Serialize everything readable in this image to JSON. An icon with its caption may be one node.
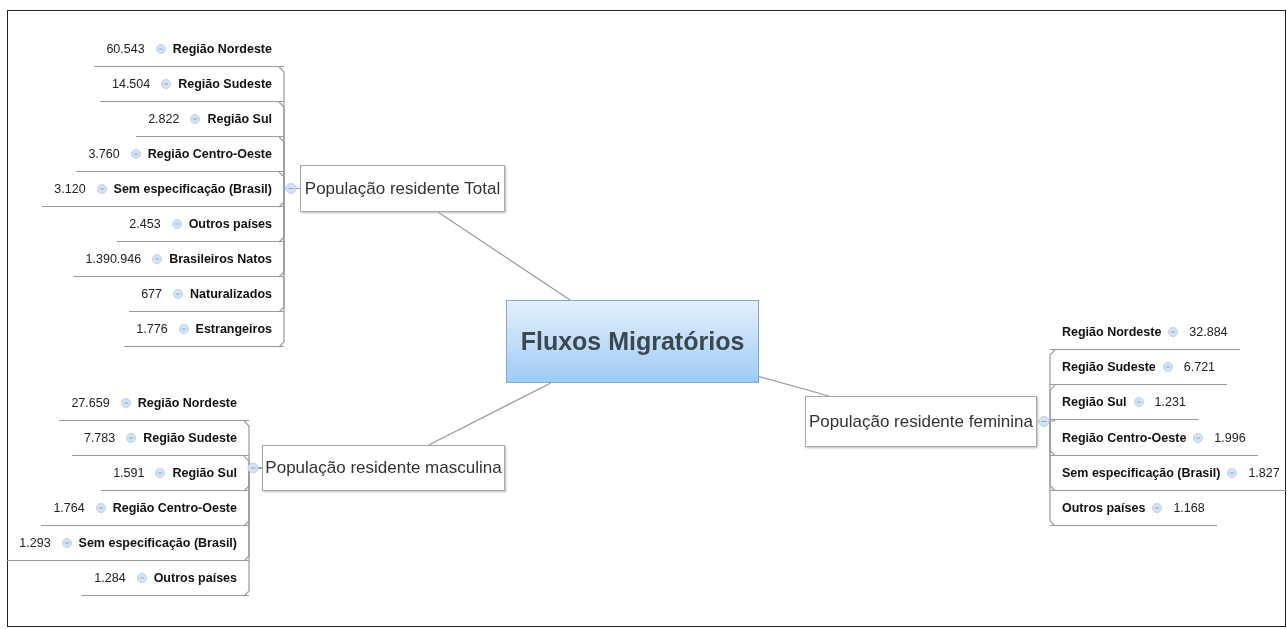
{
  "diagram": {
    "nodes": [
      {
        "text": [
          "Fluxos Migratórios"
        ]
      },
      {
        "text": [
          "População residente Total"
        ]
      },
      {
        "text": [
          "60.543",
          "Região Nordeste"
        ]
      },
      {
        "text": [
          "14.504",
          "Região Sudeste"
        ]
      },
      {
        "text": [
          "2.822",
          "Região Sul"
        ]
      },
      {
        "text": [
          "3.760",
          "Região Centro-Oeste"
        ]
      },
      {
        "text": [
          "3.120",
          "Sem especificação (Brasil)"
        ]
      },
      {
        "text": [
          "2.453",
          "Outros países"
        ]
      },
      {
        "text": [
          "1.390.946",
          "Brasileiros Natos"
        ]
      },
      {
        "text": [
          "677",
          "Naturalizados"
        ]
      },
      {
        "text": [
          "1.776",
          "Estrangeiros"
        ]
      },
      {
        "text": [
          "População residente masculina"
        ]
      },
      {
        "text": [
          "27.659",
          "Região Nordeste"
        ]
      },
      {
        "text": [
          "7.783",
          "Região Sudeste"
        ]
      },
      {
        "text": [
          "1.591",
          "Região Sul"
        ]
      },
      {
        "text": [
          "1.764",
          "Região Centro-Oeste"
        ]
      },
      {
        "text": [
          "1.293",
          "Sem especificação (Brasil)"
        ]
      },
      {
        "text": [
          "1.284",
          "Outros países"
        ]
      },
      {
        "text": [
          "População residente feminina"
        ]
      },
      {
        "text": [
          "Região Nordeste",
          "32.884"
        ]
      },
      {
        "text": [
          "Região Sudeste",
          "6.721"
        ]
      },
      {
        "text": [
          "Região Sul",
          "1.231"
        ]
      },
      {
        "text": [
          "Região Centro-Oeste",
          "1.996"
        ]
      },
      {
        "text": [
          "Sem especificação (Brasil)",
          "1.827"
        ]
      },
      {
        "text": [
          "Outros países",
          "1.168"
        ]
      }
    ],
    "edges": [
      {
        "from": 0,
        "to": 1,
        "arrow": "none"
      },
      {
        "from": 0,
        "to": 11,
        "arrow": "none"
      },
      {
        "from": 0,
        "to": 18,
        "arrow": "none"
      },
      {
        "from": 1,
        "to": 2,
        "arrow": "none"
      },
      {
        "from": 1,
        "to": 3,
        "arrow": "none"
      },
      {
        "from": 1,
        "to": 4,
        "arrow": "none"
      },
      {
        "from": 1,
        "to": 5,
        "arrow": "none"
      },
      {
        "from": 1,
        "to": 6,
        "arrow": "none"
      },
      {
        "from": 1,
        "to": 7,
        "arrow": "none"
      },
      {
        "from": 1,
        "to": 8,
        "arrow": "none"
      },
      {
        "from": 1,
        "to": 9,
        "arrow": "none"
      },
      {
        "from": 1,
        "to": 10,
        "arrow": "none"
      },
      {
        "from": 11,
        "to": 12,
        "arrow": "none"
      },
      {
        "from": 11,
        "to": 13,
        "arrow": "none"
      },
      {
        "from": 11,
        "to": 14,
        "arrow": "none"
      },
      {
        "from": 11,
        "to": 15,
        "arrow": "none"
      },
      {
        "from": 11,
        "to": 16,
        "arrow": "none"
      },
      {
        "from": 11,
        "to": 17,
        "arrow": "none"
      },
      {
        "from": 18,
        "to": 19,
        "arrow": "none"
      },
      {
        "from": 18,
        "to": 20,
        "arrow": "none"
      },
      {
        "from": 18,
        "to": 21,
        "arrow": "none"
      },
      {
        "from": 18,
        "to": 22,
        "arrow": "none"
      },
      {
        "from": 18,
        "to": 23,
        "arrow": "none"
      },
      {
        "from": 18,
        "to": 24,
        "arrow": "none"
      }
    ]
  }
}
